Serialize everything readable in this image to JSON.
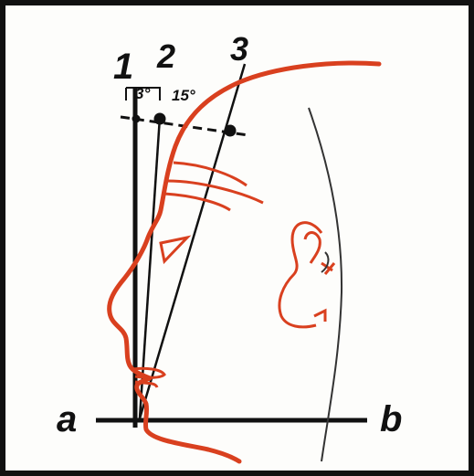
{
  "labels": {
    "line_1": "1",
    "line_2": "2",
    "line_3": "3",
    "angle_small": "3°",
    "angle_large": "15°",
    "baseline_left": "a",
    "baseline_right": "b"
  },
  "colors": {
    "profile": "#d9401f",
    "lines": "#111111",
    "back_of_head": "#333333",
    "background": "#fdfdfb",
    "frame": "#111111"
  }
}
